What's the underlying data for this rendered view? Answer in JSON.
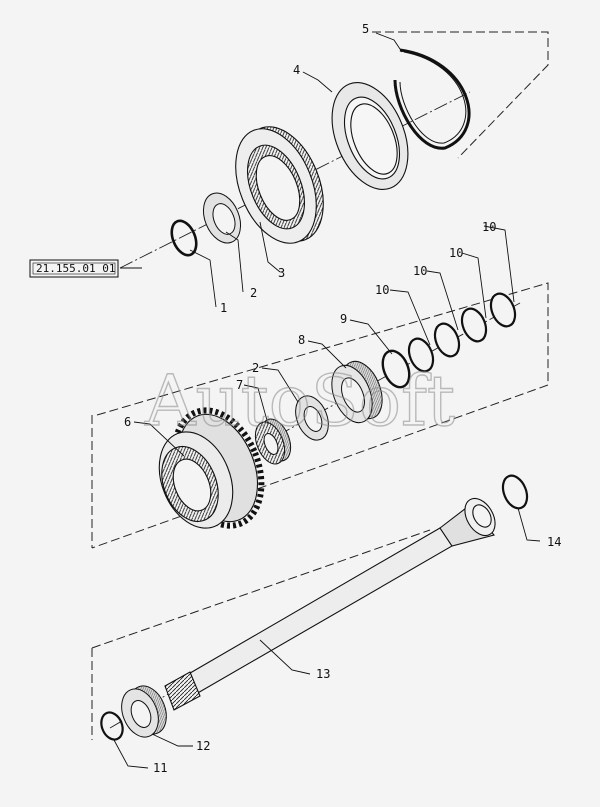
{
  "diagram": {
    "reference": "21.155.01 01",
    "watermark": "AutoSoft",
    "callouts": [
      "1",
      "2",
      "3",
      "4",
      "5",
      "6",
      "7",
      "8",
      "9",
      "10",
      "10",
      "10",
      "10",
      "11",
      "12",
      "13",
      "14",
      "2"
    ]
  }
}
